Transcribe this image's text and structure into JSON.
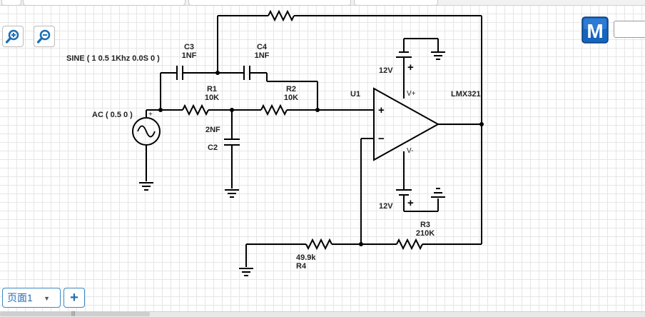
{
  "toolbar": {
    "zoom_in_icon": "zoom-in-icon",
    "zoom_out_icon": "zoom-out-icon"
  },
  "brand": {
    "logo_letter": "M",
    "accent": "#1565c0"
  },
  "labels": {
    "sine": "SINE ( 1 0.5 1Khz 0.0S 0 )",
    "ac": "AC ( 0.5 0 )",
    "c3_name": "C3",
    "c3_value": "1NF",
    "c4_name": "C4",
    "c4_value": "1NF",
    "r1_name": "R1",
    "r1_value": "10K",
    "r2_name": "R2",
    "r2_value": "10K",
    "c2_value": "2NF",
    "c2_name": "C2",
    "u1": "U1",
    "vplus": "V+",
    "vminus": "V-",
    "opamp": "LMX321",
    "supply_top": "12V",
    "supply_bottom": "12V",
    "r3_name": "R3",
    "r3_value": "210K",
    "r4_value": "49.9k",
    "r4_name": "R4",
    "plus_sign": "+",
    "minus_sign": "−",
    "src_plus": "+"
  },
  "footer": {
    "page_tab": "页面1",
    "add_page": "+"
  }
}
